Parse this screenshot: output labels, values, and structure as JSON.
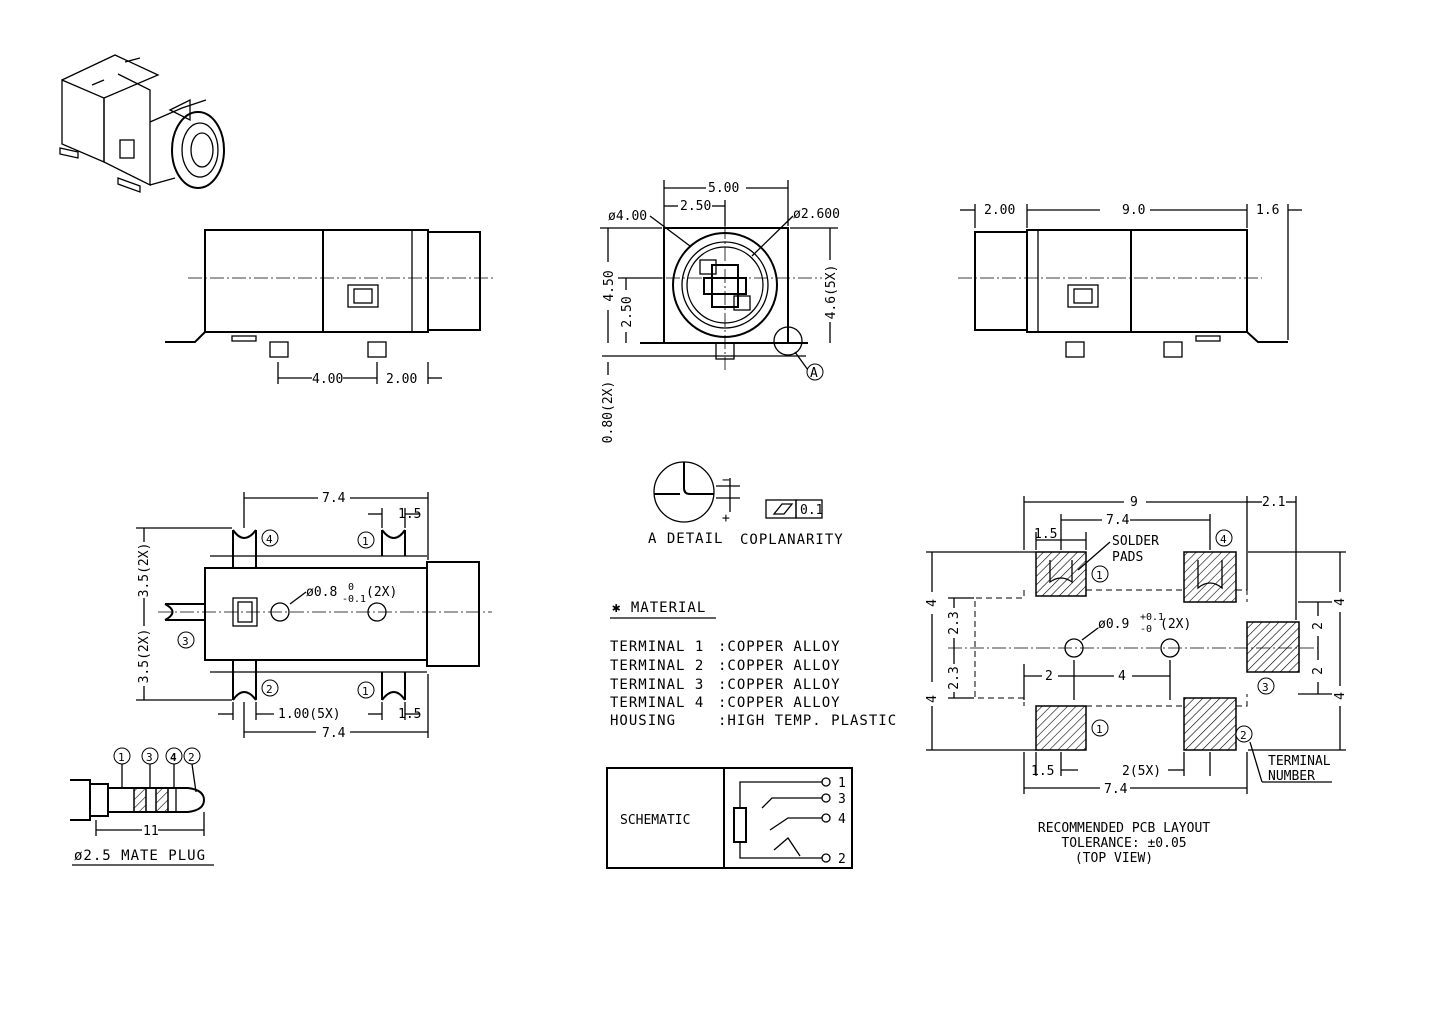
{
  "top_view": {
    "dim_a": "4.00",
    "dim_b": "2.00"
  },
  "front_view": {
    "width": "5.00",
    "half_width": "2.50",
    "outer_dia": "ø4.00",
    "inner_dia": "ø2.600",
    "height": "4.50",
    "half_height": "2.50",
    "side_height": "4.6(5X)",
    "pin_len": "0.80(2X)",
    "detail_ref": "A",
    "detail_label": "A DETAIL",
    "coplanarity_label": "COPLANARITY",
    "coplanarity_value": "0.1",
    "plus": "+",
    "minus": "−"
  },
  "side_view": {
    "dim_a": "2.00",
    "dim_b": "9.0",
    "dim_c": "1.6"
  },
  "bottom_view": {
    "length": "7.4",
    "pad_width": "1.5",
    "pad_width_2": "1.5",
    "half_height_top": "3.5(2X)",
    "half_height_bottom": "3.5(2X)",
    "hole": "ø0.8",
    "hole_tol_up": "0",
    "hole_tol_low": "-0.1",
    "hole_count": "(2X)",
    "pitch": "1.00(5X)",
    "length_2": "7.4",
    "terminals": [
      "1",
      "2",
      "3",
      "4"
    ]
  },
  "plug": {
    "labels": [
      "1",
      "3",
      "4",
      "2"
    ],
    "length": "11",
    "title": "ø2.5 MATE PLUG"
  },
  "material": {
    "title": "✱ MATERIAL",
    "rows": [
      {
        "item": "TERMINAL 1",
        "value": ":COPPER ALLOY"
      },
      {
        "item": "TERMINAL 2",
        "value": ":COPPER ALLOY"
      },
      {
        "item": "TERMINAL 3",
        "value": ":COPPER ALLOY"
      },
      {
        "item": "TERMINAL 4",
        "value": ":COPPER ALLOY"
      },
      {
        "item": "HOUSING",
        "value": ":HIGH TEMP. PLASTIC"
      }
    ]
  },
  "schematic": {
    "label": "SCHEMATIC",
    "pins": [
      "1",
      "3",
      "4",
      "2"
    ]
  },
  "pcb": {
    "overall": "9",
    "right_ext": "2.1",
    "pad_span": "7.4",
    "pad_w": "1.5",
    "solder_pads": "SOLDER",
    "solder_pads_2": "PADS",
    "left_top": "4",
    "left_bottom": "4",
    "inner_top": "2.3",
    "inner_bottom": "2.3",
    "right_top": "4",
    "right_bottom": "4",
    "mid_top": "2",
    "mid_bottom": "2",
    "hole": "ø0.9",
    "hole_tol_up": "+0.1",
    "hole_tol_low": "-0",
    "hole_count": "(2X)",
    "x_a": "2",
    "x_b": "4",
    "bottom_pad": "1.5",
    "pitch": "2(5X)",
    "span": "7.4",
    "terminal_label": "TERMINAL",
    "terminal_label_2": "NUMBER",
    "caption": "RECOMMENDED PCB LAYOUT",
    "tolerance": "TOLERANCE: ±0.05",
    "view": "(TOP VIEW)",
    "terminals": [
      "1",
      "2",
      "3",
      "4"
    ]
  }
}
